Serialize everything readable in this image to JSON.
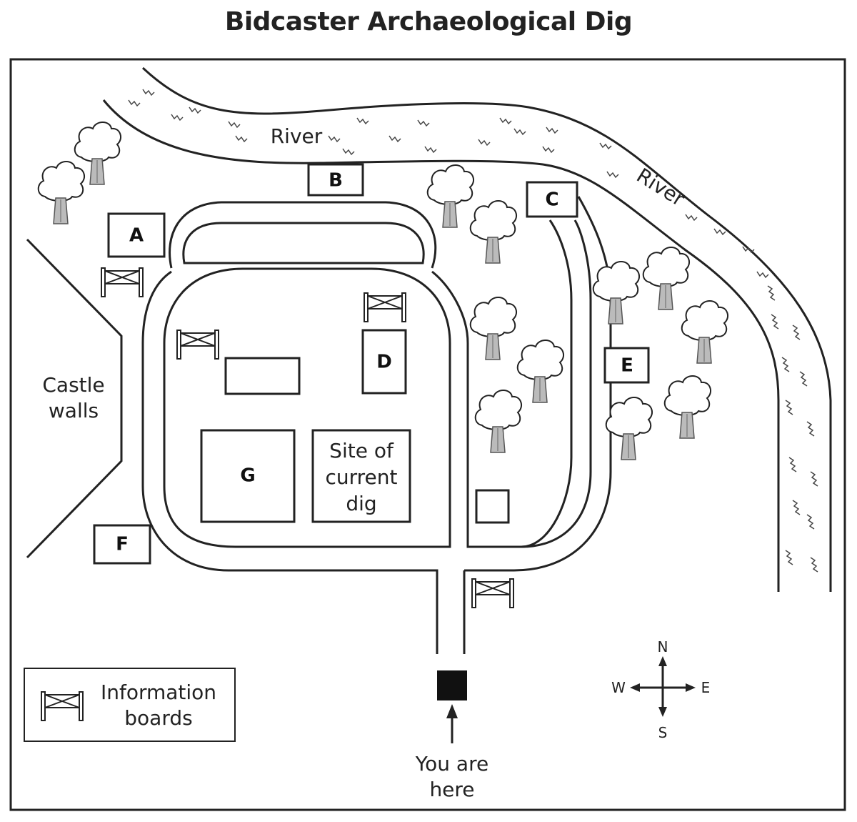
{
  "title": "Bidcaster Archaeological Dig",
  "river_label": "River",
  "castle_walls_label": [
    "Castle",
    "walls"
  ],
  "locations": {
    "A": "A",
    "B": "B",
    "C": "C",
    "D": "D",
    "E": "E",
    "F": "F",
    "G": "G"
  },
  "current_dig_label": [
    "Site of",
    "current",
    "dig"
  ],
  "you_are_here_label": [
    "You are",
    "here"
  ],
  "legend": {
    "icon": "information-board-icon",
    "label": [
      "Information",
      "boards"
    ]
  },
  "compass": {
    "n": "N",
    "s": "S",
    "e": "E",
    "w": "W"
  },
  "colors": {
    "ink": "#222222",
    "background": "#ffffff"
  }
}
